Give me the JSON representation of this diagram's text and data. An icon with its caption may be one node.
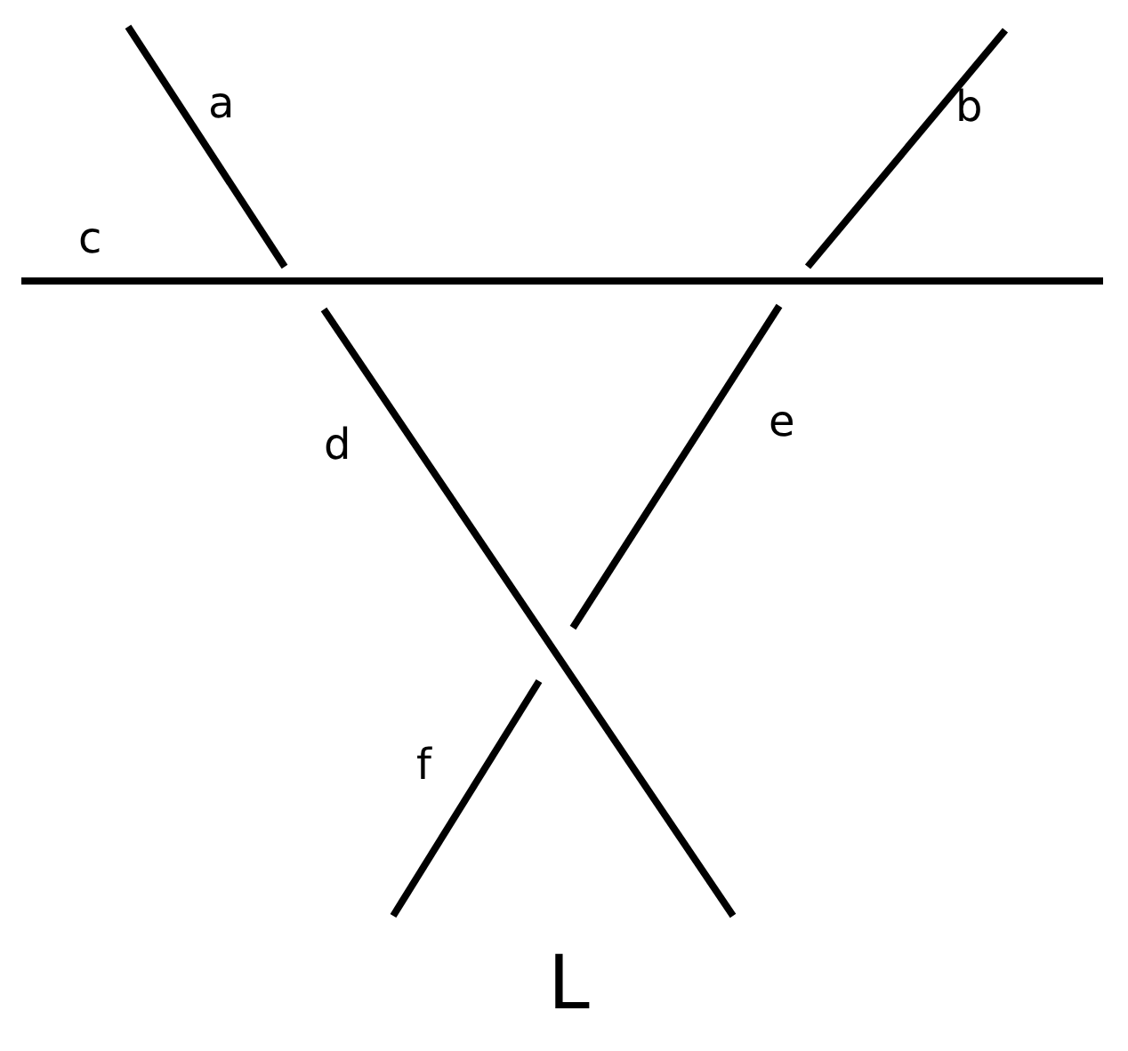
{
  "diagram": {
    "labels": [
      "a",
      "b",
      "c",
      "d",
      "e",
      "f",
      "L"
    ]
  }
}
